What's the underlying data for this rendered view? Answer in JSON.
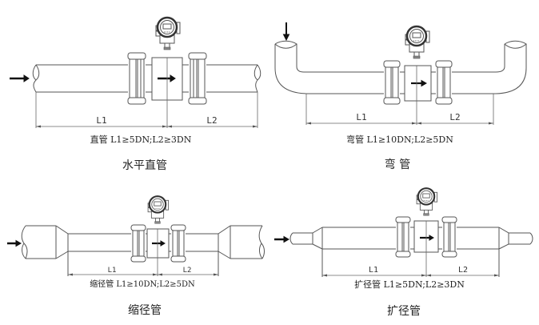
{
  "panels": [
    {
      "id": "horizontal-straight",
      "caption": "水平直管",
      "requirement": "直管 L1≥5DN;L2≥3DN",
      "L1_label": "L1",
      "L2_label": "L2",
      "L1_min": "5DN",
      "L2_min": "3DN",
      "inlet_arrow": "right"
    },
    {
      "id": "elbow",
      "caption": "弯  管",
      "requirement": "弯管  L1≥10DN;L2≥5DN",
      "L1_label": "L1",
      "L2_label": "L2",
      "L1_min": "10DN",
      "L2_min": "5DN",
      "inlet_arrow": "down"
    },
    {
      "id": "reducer",
      "caption": "缩径管",
      "requirement": "缩径管  L1≥10DN;L2≥5DN",
      "L1_label": "L1",
      "L2_label": "L2",
      "L1_min": "10DN",
      "L2_min": "5DN",
      "inlet_arrow": "right"
    },
    {
      "id": "expander",
      "caption": "扩径管",
      "requirement": "扩径管  L1≥5DN;L2≥3DN",
      "L1_label": "L1",
      "L2_label": "L2",
      "L1_min": "5DN",
      "L2_min": "3DN",
      "inlet_arrow": "right"
    }
  ]
}
